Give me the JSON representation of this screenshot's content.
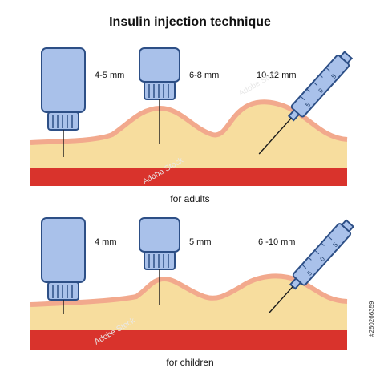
{
  "title": "Insulin injection technique",
  "colors": {
    "pen_body": "#a9c1ea",
    "pen_outline": "#2d4f86",
    "fat": "#f7dd9e",
    "skin": "#f2a98d",
    "muscle": "#d9332c",
    "needle": "#1a1a1a"
  },
  "panels": [
    {
      "caption": "for adults",
      "labels": [
        "4-5 mm",
        "6-8 mm",
        "10-12 mm"
      ]
    },
    {
      "caption": "for children",
      "labels": [
        "4 mm",
        "5 mm",
        "6 -10 mm"
      ]
    }
  ],
  "syringe_scale": [
    "5",
    "0",
    "5"
  ],
  "watermark": "Adobe Stock",
  "stock_id": "#280266359"
}
